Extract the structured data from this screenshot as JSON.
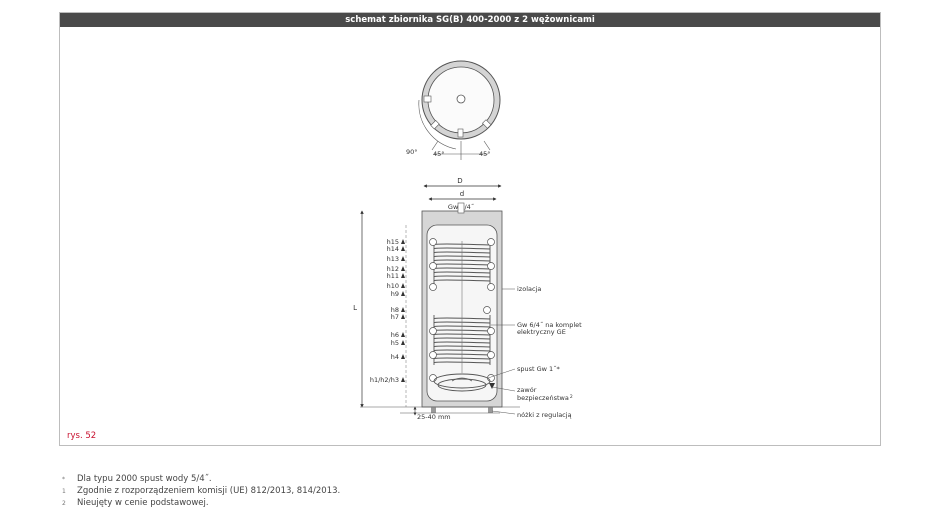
{
  "title": "schemat zbiornika SG(B) 400-2000 z 2 wężownicami",
  "figure_label": "rys. 52",
  "top_view": {
    "angle_90": "90°",
    "angle_45_left": "45°",
    "angle_45_right": "45°"
  },
  "dims": {
    "D": "D",
    "d": "d",
    "L": "L",
    "gap": "25-40 mm",
    "top_conn": "Gw 6/4˝"
  },
  "heights": [
    "h15",
    "h14",
    "h13",
    "h12",
    "h11",
    "h10",
    "h9",
    "h8",
    "h7",
    "h6",
    "h5",
    "h4",
    "h1/h2/h3"
  ],
  "callouts": {
    "izolacja": "izolacja",
    "heater_1": "Gw 6/4˝ na komplet",
    "heater_2": "elektryczny GE",
    "spust": "spust Gw 1˝*",
    "zawor_1": "zawór",
    "zawor_2": "bezpieczeństwa",
    "zawor_sup": "2",
    "nozki": "nóżki z regulacją"
  },
  "footnotes": [
    {
      "mark": "*",
      "text": "Dla typu 2000 spust wody 5/4˝."
    },
    {
      "mark": "1",
      "text": "Zgodnie z rozporządzeniem komisji (UE) 812/2013, 814/2013."
    },
    {
      "mark": "2",
      "text": "Nieujęty w cenie podstawowej."
    }
  ]
}
